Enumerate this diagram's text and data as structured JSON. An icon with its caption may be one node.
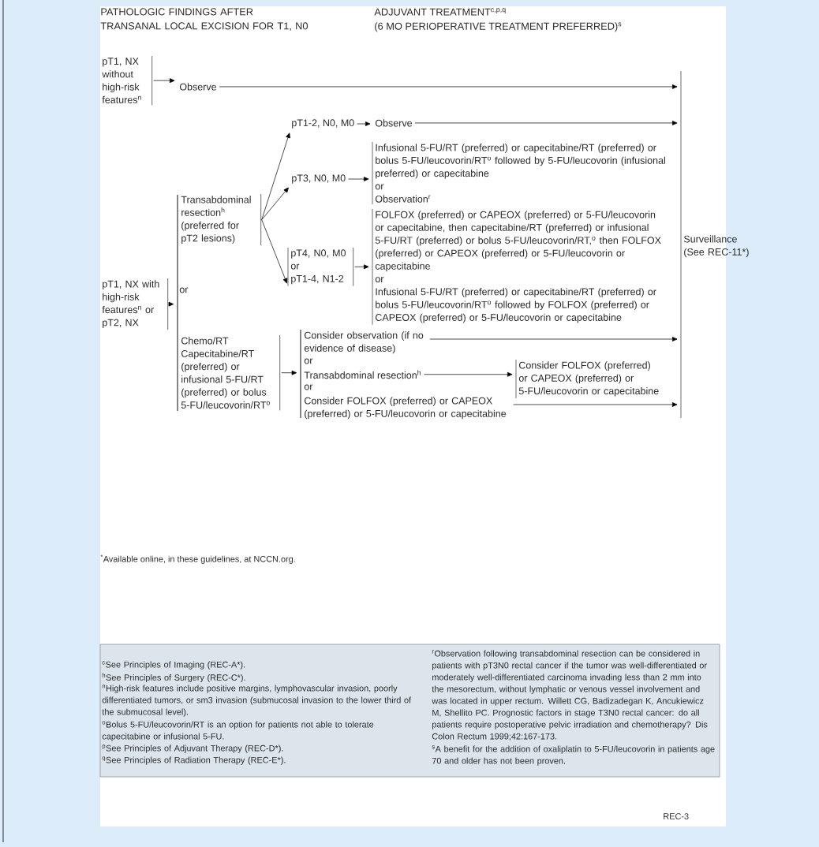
{
  "diagram": {
    "nodes": [
      {
        "text": [
          "pT1, NX without high-risk features$^{n}$"
        ]
      },
      {
        "text": [
          "Observe"
        ]
      },
      {
        "text": [
          "pT1, NX with high-risk features$^{n}$ or pT2, NX"
        ]
      },
      {
        "text": [],
        "shape": "bar"
      },
      {
        "text": [
          "Transabdominal resection$^{h}$ (preferred for pT2 lesions)"
        ]
      },
      {
        "text": [
          "Chemo/RT Capecitabine/RT (preferred) or infusional 5-FU/RT (preferred) or bolus 5-FU/leucovorin/RT$^{o}$"
        ]
      },
      {
        "text": [
          "pT1-2, N0, M0"
        ]
      },
      {
        "text": [
          "Observe"
        ]
      },
      {
        "text": [
          "pT3, N0, M0"
        ]
      },
      {
        "text": [
          "Infusional 5-FU/RT (preferred) or capecitabine/RT (preferred) or bolus 5-FU/leucovorin/RT$^{o}$ followed by 5-FU/leucovorin (infusional preferred) or capecitabine",
          "or",
          "Observation$^{r}$"
        ]
      },
      {
        "text": [
          "pT4, N0, M0",
          "or",
          "pT1-4, N1-2"
        ]
      },
      {
        "text": [
          "FOLFOX (preferred) or CAPEOX (preferred) or 5-FU/leucovorin or capecitabine, then capecitabine/RT (preferred) or infusional 5-FU/RT (preferred) or bolus 5-FU/leucovorin/RT,$^{o}$ then FOLFOX (preferred) or CAPEOX (preferred) or 5-FU/leucovorin or capecitabine",
          "or",
          "Infusional 5-FU/RT (preferred) or capecitabine/RT (preferred) or bolus 5-FU/leucovorin/RT$^{o}$ followed by FOLFOX (preferred) or CAPEOX (preferred) or 5-FU/leucovorin or capecitabine"
        ]
      },
      {
        "text": [],
        "shape": "bar"
      },
      {
        "text": [
          "Consider observation (if no evidence of disease)"
        ]
      },
      {
        "text": [
          "Transabdominal resection$^{h}$"
        ]
      },
      {
        "text": [
          "Consider FOLFOX (preferred) or CAPEOX (preferred) or 5-FU/leucovorin or capecitabine"
        ]
      },
      {
        "text": [
          "Consider FOLFOX (preferred) or CAPEOX (preferred) or 5-FU/leucovorin or capecitabine"
        ]
      },
      {
        "text": [
          "Surveillance (See REC-11*)"
        ]
      }
    ],
    "edges": [
      {
        "from": 0,
        "to": 1,
        "arrow": "to"
      },
      {
        "from": 1,
        "to": 17,
        "arrow": "to"
      },
      {
        "from": 2,
        "to": 3,
        "arrow": "to"
      },
      {
        "from": 4,
        "to": 6,
        "arrow": "to"
      },
      {
        "from": 4,
        "to": 8,
        "arrow": "to"
      },
      {
        "from": 4,
        "to": 10,
        "arrow": "to"
      },
      {
        "from": 6,
        "to": 7,
        "arrow": "to"
      },
      {
        "from": 7,
        "to": 17,
        "arrow": "to"
      },
      {
        "from": 8,
        "to": 9,
        "arrow": "to"
      },
      {
        "from": 10,
        "to": 11,
        "arrow": "to"
      },
      {
        "from": 5,
        "to": 12,
        "arrow": "to"
      },
      {
        "from": 13,
        "to": 17,
        "arrow": "to"
      },
      {
        "from": 14,
        "to": 16,
        "arrow": "to"
      },
      {
        "from": 15,
        "to": 17,
        "arrow": "to"
      }
    ],
    "labels": [
      "PATHOLOGIC FINDINGS AFTER TRANSANAL LOCAL EXCISION FOR T1, N0",
      "ADJUVANT TREATMENT$^{c,p,q}$",
      "(6 MO PERIOPERATIVE TREATMENT PREFERRED)$^{s}$",
      "or",
      "or",
      "or",
      "$^{*}$Available online, in these guidelines, at NCCN.org.",
      "$^{c}$See Principles of Imaging (REC-A*).",
      "$^{h}$See Principles of Surgery (REC-C*).",
      "$^{n}$High-risk features include positive margins, lymphovascular invasion, poorly differentiated tumors, or sm3 invasion (submucosal invasion to the lower third of the submucosal level).",
      "$^{o}$Bolus 5-FU/leucovorin/RT is an option for patients not able to tolerate capecitabine or infusional 5-FU.",
      "$^{p}$See Principles of Adjuvant Therapy (REC-D*).",
      "$^{q}$See Principles of Radiation Therapy (REC-E*).",
      "$^{r}$Observation following transabdominal resection can be considered in patients with pT3N0 rectal cancer if the tumor was well-differentiated or moderately well-differentiated carcinoma invading less than 2 mm into the mesorectum, without lymphatic or venous vessel involvement and was located in upper rectum. Willett CG, Badizadegan K, Ancukiewicz M, Shellito PC. Prognostic factors in stage T3N0 rectal cancer: do all patients require postoperative pelvic irradiation and chemotherapy? Dis Colon Rectum 1999;42:167-173.",
      "$^{s}$A benefit for the addition of oxaliplatin to 5-FU/leucovorin in patients age 70 and older has not been proven.",
      "REC-3"
    ]
  }
}
